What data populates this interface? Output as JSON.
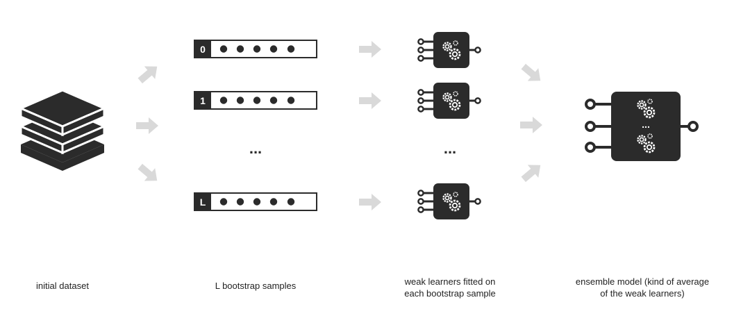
{
  "colors": {
    "dark": "#2b2b2b",
    "arrow": "#d9d9d9",
    "text": "#222222"
  },
  "dataset": {
    "icon": "layers-stack-icon",
    "caption": "initial dataset"
  },
  "bootstrap": {
    "caption": "L bootstrap samples",
    "samples": [
      {
        "label": "0"
      },
      {
        "label": "1"
      },
      {
        "label": "L"
      }
    ],
    "ellipsis": "..."
  },
  "learners": {
    "icon": "gears-chip-icon",
    "caption_line1": "weak learners fitted on",
    "caption_line2": "each bootstrap sample",
    "ellipsis": "..."
  },
  "ensemble": {
    "icon": "gears-chip-icon",
    "inner_ellipsis": "...",
    "caption_line1": "ensemble model (kind of average",
    "caption_line2": "of the weak learners)"
  }
}
